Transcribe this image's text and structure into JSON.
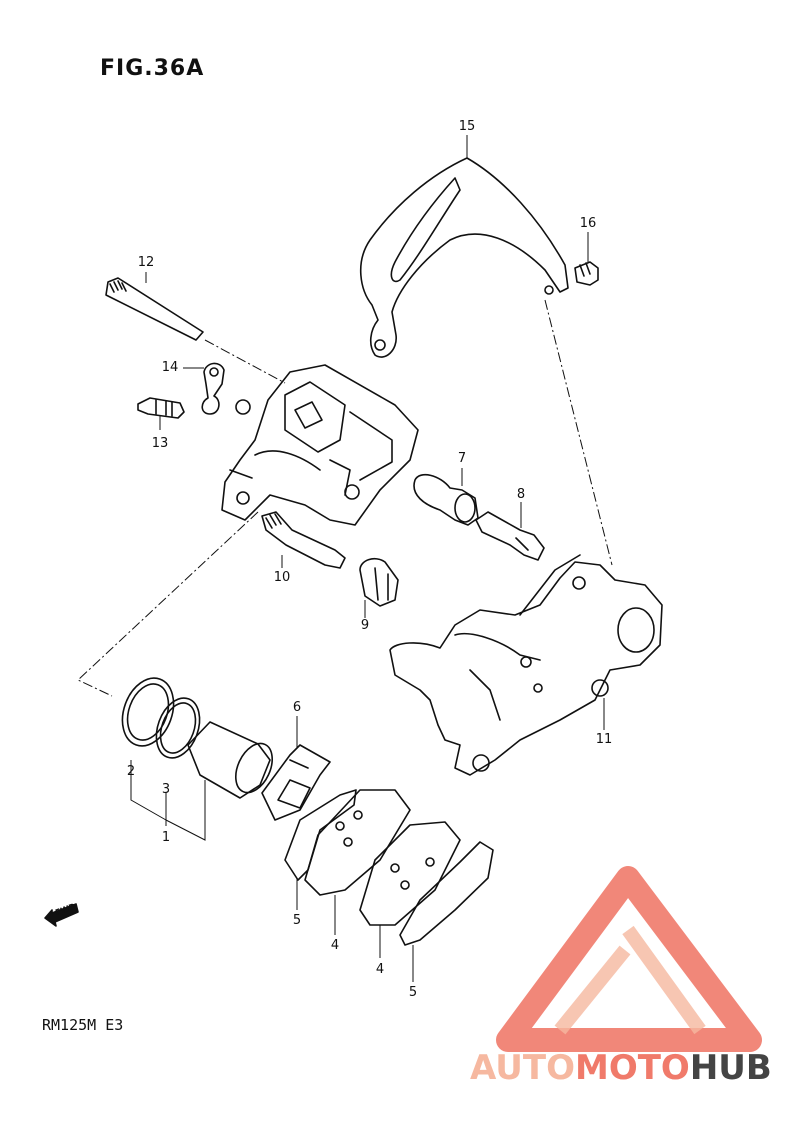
{
  "figure": {
    "title": "FIG.36A",
    "model": "RM125M E3"
  },
  "callouts": [
    "15",
    "16",
    "12",
    "14",
    "13",
    "7",
    "8",
    "10",
    "9",
    "11",
    "6",
    "2",
    "3",
    "1",
    "5",
    "4",
    "4",
    "5"
  ],
  "fwd_label": "FWD",
  "watermark": {
    "part1": "AUTO",
    "part2": "MOTO",
    "part3": "HUB",
    "color_main": "#f07a6a",
    "color_light": "#f6b8a0",
    "color_dark": "#444444"
  }
}
